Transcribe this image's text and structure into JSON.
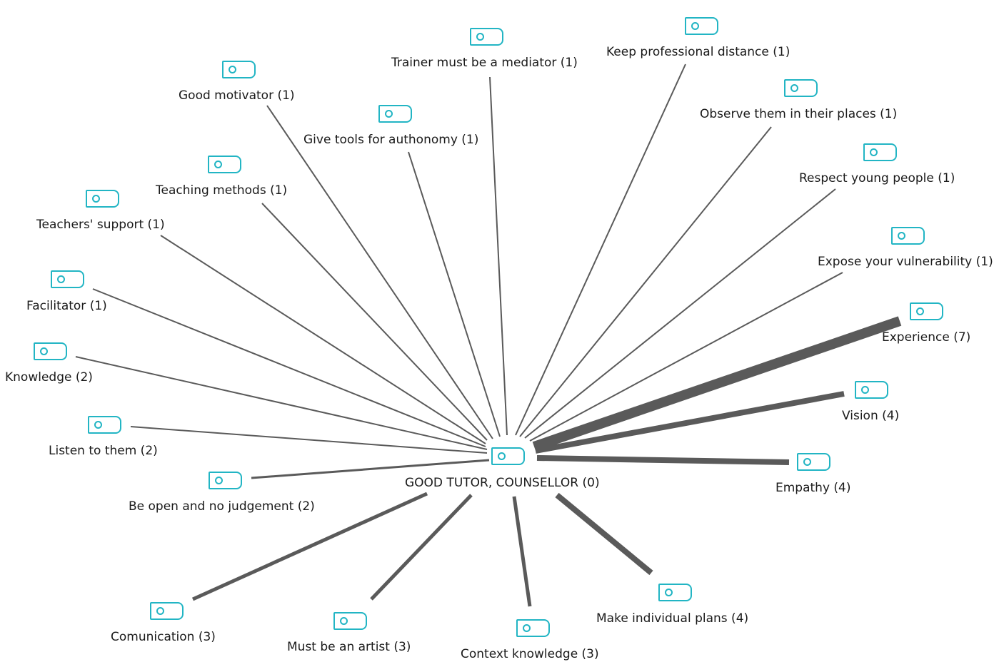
{
  "center": {
    "label": "GOOD TUTOR, COUNSELLOR (0)"
  },
  "nodes": [
    {
      "id": "good-motivator",
      "label": "Good motivator (1)"
    },
    {
      "id": "trainer-mediator",
      "label": "Trainer must be a mediator (1)"
    },
    {
      "id": "keep-professional-distance",
      "label": "Keep professional distance (1)"
    },
    {
      "id": "give-tools-autonomy",
      "label": "Give tools for authonomy (1)"
    },
    {
      "id": "observe-them",
      "label": "Observe them in their places (1)"
    },
    {
      "id": "teaching-methods",
      "label": "Teaching methods (1)"
    },
    {
      "id": "respect-young-people",
      "label": "Respect young people (1)"
    },
    {
      "id": "teachers-support",
      "label": "Teachers' support (1)"
    },
    {
      "id": "expose-vulnerability",
      "label": "Expose your vulnerability (1)"
    },
    {
      "id": "facilitator",
      "label": "Facilitator (1)"
    },
    {
      "id": "experience",
      "label": "Experience (7)"
    },
    {
      "id": "knowledge",
      "label": "Knowledge (2)"
    },
    {
      "id": "vision",
      "label": "Vision (4)"
    },
    {
      "id": "listen-to-them",
      "label": "Listen to them (2)"
    },
    {
      "id": "empathy",
      "label": "Empathy (4)"
    },
    {
      "id": "be-open",
      "label": "Be open and no judgement (2)"
    },
    {
      "id": "comunication",
      "label": "Comunication (3)"
    },
    {
      "id": "must-be-artist",
      "label": "Must be an artist (3)"
    },
    {
      "id": "context-knowledge",
      "label": "Context knowledge (3)"
    },
    {
      "id": "individual-plans",
      "label": "Make individual plans (4)"
    }
  ],
  "colors": {
    "icon": "#22b5c4",
    "edge": "#5a5a5a",
    "text": "#1a1a1a"
  }
}
